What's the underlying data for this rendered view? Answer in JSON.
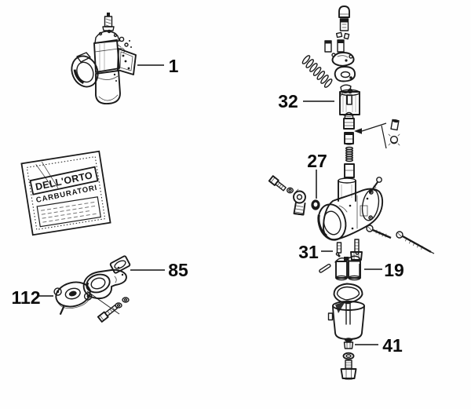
{
  "page": {
    "background": "#fefefe",
    "ink": "#1a1a1a"
  },
  "sticker": {
    "brand": "DELL'ORTO",
    "subtitle": "CARBURATORI"
  },
  "callouts": {
    "assembly": "1",
    "throttle_slide": "32",
    "float_oring": "27",
    "idle_jet": "31",
    "float": "19",
    "drain_plug": "41",
    "manifold": "85",
    "flange": "112"
  }
}
